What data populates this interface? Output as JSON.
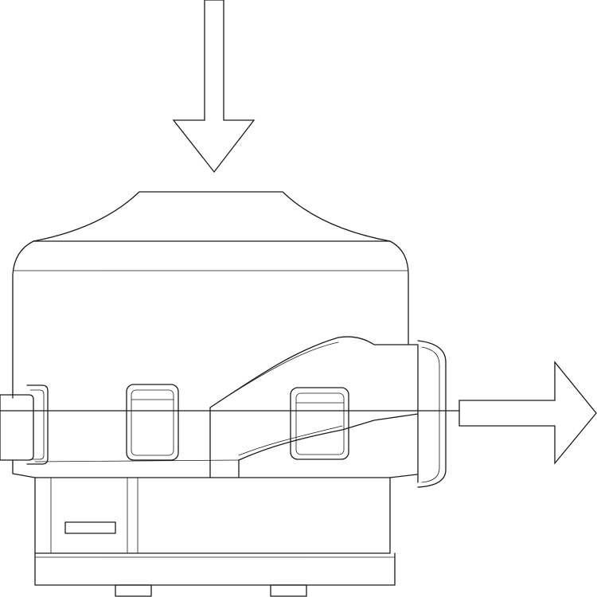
{
  "diagram": {
    "type": "line-drawing",
    "subject": "flow-device",
    "stroke_color": "#1a1a1a",
    "background_color": "#ffffff",
    "arrows": [
      {
        "role": "inlet",
        "direction": "down"
      },
      {
        "role": "outlet",
        "direction": "right"
      }
    ]
  }
}
